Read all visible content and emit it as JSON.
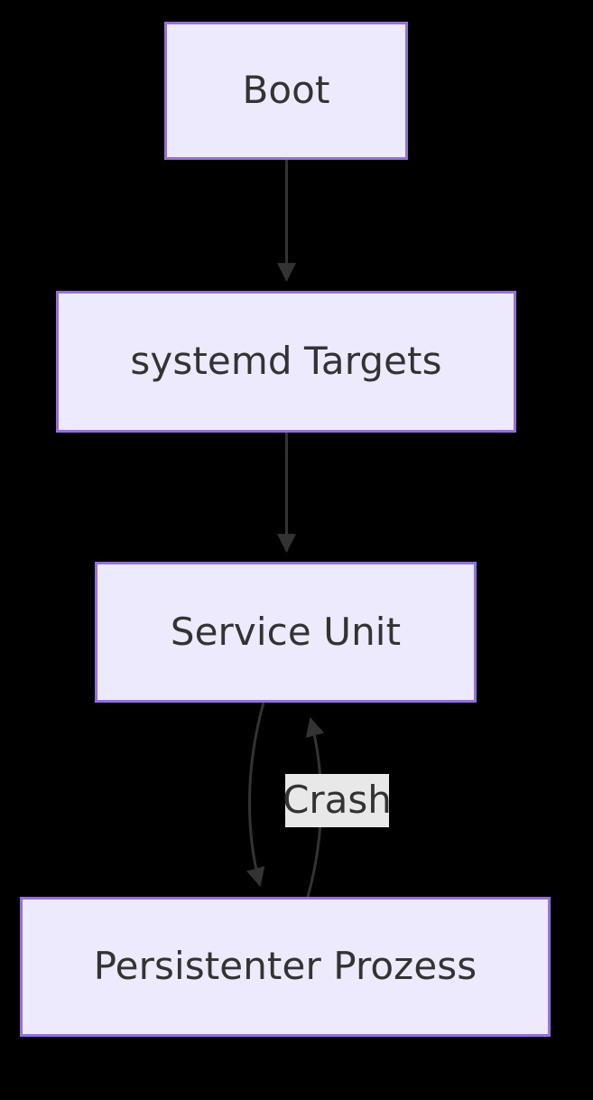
{
  "diagram": {
    "type": "flowchart",
    "direction": "top-to-bottom",
    "background_color": "#000000",
    "node_fill_color": "#ECEAFC",
    "node_border_color": "#9370DB",
    "node_text_color": "#333333",
    "edge_color": "#333333",
    "edge_label_background_color": "#E8E8E8",
    "nodes": [
      {
        "id": "boot",
        "label": "Boot"
      },
      {
        "id": "targets",
        "label": "systemd Targets"
      },
      {
        "id": "service",
        "label": "Service Unit"
      },
      {
        "id": "process",
        "label": "Persistenter Prozess"
      }
    ],
    "edges": [
      {
        "from": "boot",
        "to": "targets",
        "label": "",
        "style": "straight-arrow"
      },
      {
        "from": "targets",
        "to": "service",
        "label": "",
        "style": "straight-arrow"
      },
      {
        "from": "service",
        "to": "process",
        "label": "",
        "style": "curved-arrow"
      },
      {
        "from": "process",
        "to": "service",
        "label": "Crash",
        "style": "curved-arrow"
      }
    ],
    "edge_labels": [
      {
        "id": "crash",
        "text": "Crash"
      }
    ]
  }
}
